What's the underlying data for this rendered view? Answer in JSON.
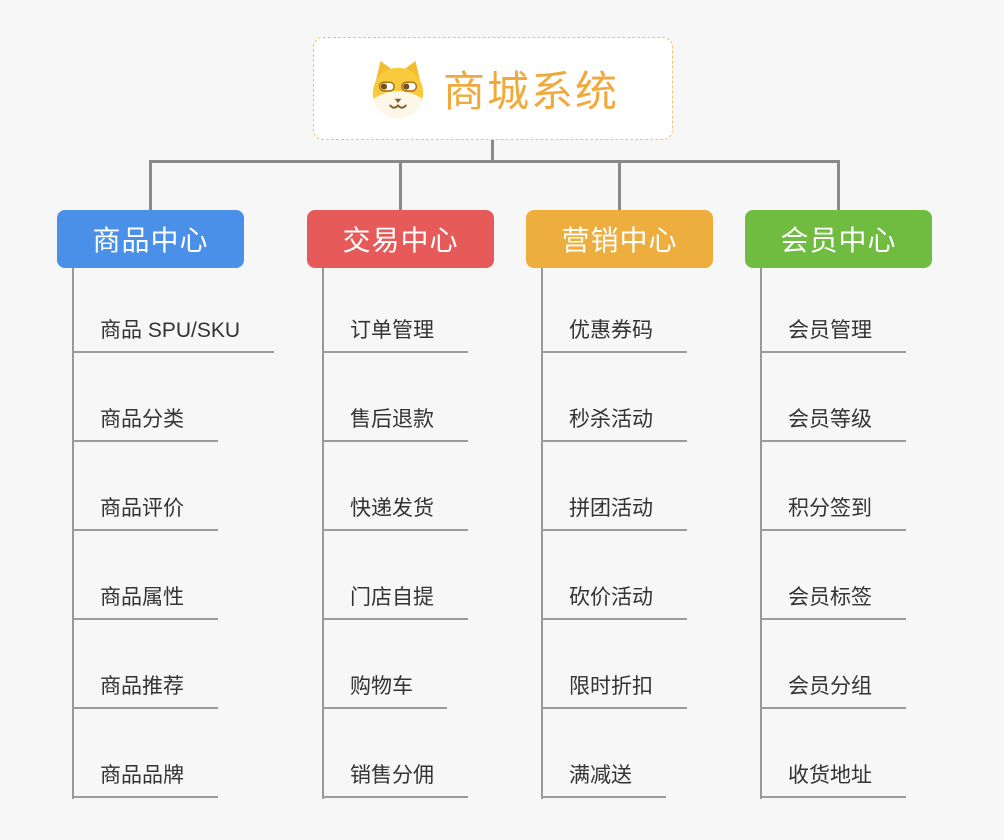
{
  "root": {
    "title": "商城系统",
    "icon": "dog-face-icon"
  },
  "colors": {
    "background": "#f7f7f7",
    "connector": "#8a8a8a",
    "leaf_underline": "#9c9c9c",
    "root_accent": "#f2a93c",
    "root_border": "#f3c06e"
  },
  "branches": [
    {
      "label": "商品中心",
      "color": "#4a8fe8",
      "items": [
        "商品 SPU/SKU",
        "商品分类",
        "商品评价",
        "商品属性",
        "商品推荐",
        "商品品牌"
      ]
    },
    {
      "label": "交易中心",
      "color": "#e75a5a",
      "items": [
        "订单管理",
        "售后退款",
        "快递发货",
        "门店自提",
        "购物车",
        "销售分佣"
      ]
    },
    {
      "label": "营销中心",
      "color": "#edae3e",
      "items": [
        "优惠券码",
        "秒杀活动",
        "拼团活动",
        "砍价活动",
        "限时折扣",
        "满减送"
      ]
    },
    {
      "label": "会员中心",
      "color": "#6fbc41",
      "items": [
        "会员管理",
        "会员等级",
        "积分签到",
        "会员标签",
        "会员分组",
        "收货地址"
      ]
    }
  ]
}
